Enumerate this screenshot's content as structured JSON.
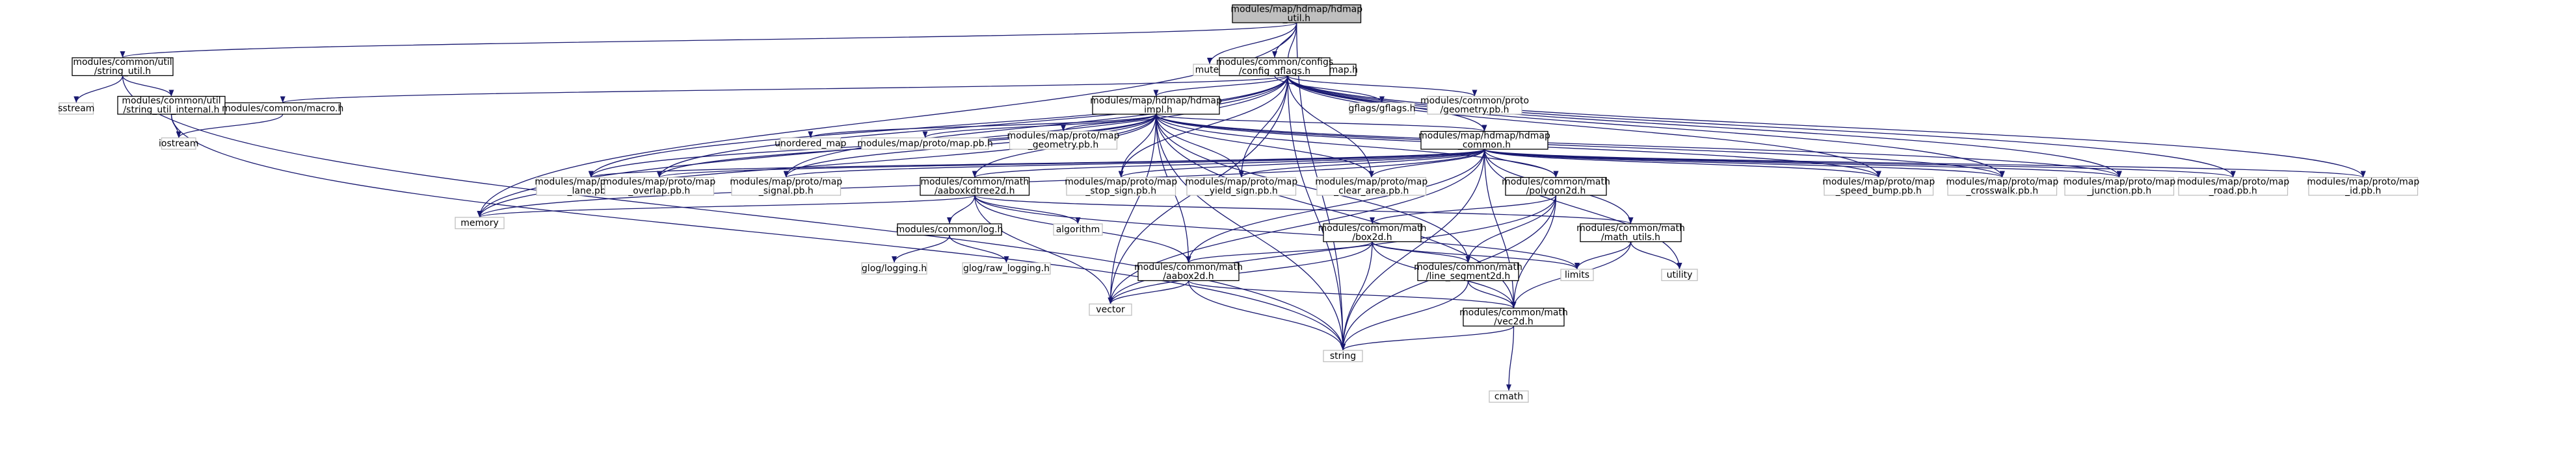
{
  "colors": {
    "edge": "#191970",
    "node_border": "#000000",
    "external_border": "#bfbfbf",
    "root_fill": "#bfbfbf",
    "background": "#ffffff"
  },
  "nodes": [
    {
      "id": "hdmap_util_h",
      "lines": [
        "modules/map/hdmap/hdmap",
        "_util.h"
      ],
      "style": "root"
    },
    {
      "id": "string_util_h",
      "lines": [
        "modules/common/util",
        "/string_util.h"
      ],
      "style": "solid"
    },
    {
      "id": "hdmap_h",
      "lines": [
        "modules/map/hdmap/hdmap.h"
      ],
      "style": "solid"
    },
    {
      "id": "mutex",
      "lines": [
        "mutex"
      ],
      "style": "gray"
    },
    {
      "id": "config_gflags_h",
      "lines": [
        "modules/common/configs",
        "/config_gflags.h"
      ],
      "style": "solid"
    },
    {
      "id": "sstream",
      "lines": [
        "sstream"
      ],
      "style": "gray"
    },
    {
      "id": "string_util_internal_h",
      "lines": [
        "modules/common/util",
        "/string_util_internal.h"
      ],
      "style": "solid"
    },
    {
      "id": "macro_h",
      "lines": [
        "modules/common/macro.h"
      ],
      "style": "solid"
    },
    {
      "id": "hdmap_impl_h",
      "lines": [
        "modules/map/hdmap/hdmap",
        "_impl.h"
      ],
      "style": "solid"
    },
    {
      "id": "geometry_pb_h",
      "lines": [
        "modules/common/proto",
        "/geometry.pb.h"
      ],
      "style": "gray"
    },
    {
      "id": "gflags_h",
      "lines": [
        "gflags/gflags.h"
      ],
      "style": "gray"
    },
    {
      "id": "iostream",
      "lines": [
        "iostream"
      ],
      "style": "gray"
    },
    {
      "id": "unordered_map",
      "lines": [
        "unordered_map"
      ],
      "style": "gray"
    },
    {
      "id": "map_pb_h",
      "lines": [
        "modules/map/proto/map.pb.h"
      ],
      "style": "gray"
    },
    {
      "id": "map_geometry_pb_h",
      "lines": [
        "modules/map/proto/map",
        "_geometry.pb.h"
      ],
      "style": "gray"
    },
    {
      "id": "hdmap_common_h",
      "lines": [
        "modules/map/hdmap/hdmap",
        "_common.h"
      ],
      "style": "solid"
    },
    {
      "id": "map_lane_pb_h",
      "lines": [
        "modules/map/proto/map",
        "_lane.pb.h"
      ],
      "style": "gray"
    },
    {
      "id": "map_overlap_pb_h",
      "lines": [
        "modules/map/proto/map",
        "_overlap.pb.h"
      ],
      "style": "gray"
    },
    {
      "id": "map_signal_pb_h",
      "lines": [
        "modules/map/proto/map",
        "_signal.pb.h"
      ],
      "style": "gray"
    },
    {
      "id": "aaboxkdtree2d_h",
      "lines": [
        "modules/common/math",
        "/aaboxkdtree2d.h"
      ],
      "style": "solid"
    },
    {
      "id": "map_stop_sign_pb_h",
      "lines": [
        "modules/map/proto/map",
        "_stop_sign.pb.h"
      ],
      "style": "gray"
    },
    {
      "id": "map_yield_sign_pb_h",
      "lines": [
        "modules/map/proto/map",
        "_yield_sign.pb.h"
      ],
      "style": "gray"
    },
    {
      "id": "map_clear_area_pb_h",
      "lines": [
        "modules/map/proto/map",
        "_clear_area.pb.h"
      ],
      "style": "gray"
    },
    {
      "id": "polygon2d_h",
      "lines": [
        "modules/common/math",
        "/polygon2d.h"
      ],
      "style": "solid"
    },
    {
      "id": "map_speed_bump_pb_h",
      "lines": [
        "modules/map/proto/map",
        "_speed_bump.pb.h"
      ],
      "style": "gray"
    },
    {
      "id": "map_crosswalk_pb_h",
      "lines": [
        "modules/map/proto/map",
        "_crosswalk.pb.h"
      ],
      "style": "gray"
    },
    {
      "id": "map_junction_pb_h",
      "lines": [
        "modules/map/proto/map",
        "_junction.pb.h"
      ],
      "style": "gray"
    },
    {
      "id": "map_road_pb_h",
      "lines": [
        "modules/map/proto/map",
        "_road.pb.h"
      ],
      "style": "gray"
    },
    {
      "id": "map_id_pb_h",
      "lines": [
        "modules/map/proto/map",
        "_id.pb.h"
      ],
      "style": "gray"
    },
    {
      "id": "memory",
      "lines": [
        "memory"
      ],
      "style": "gray"
    },
    {
      "id": "log_h",
      "lines": [
        "modules/common/log.h"
      ],
      "style": "solid"
    },
    {
      "id": "algorithm",
      "lines": [
        "algorithm"
      ],
      "style": "gray"
    },
    {
      "id": "box2d_h",
      "lines": [
        "modules/common/math",
        "/box2d.h"
      ],
      "style": "solid"
    },
    {
      "id": "math_utils_h",
      "lines": [
        "modules/common/math",
        "/math_utils.h"
      ],
      "style": "solid"
    },
    {
      "id": "glog_logging_h",
      "lines": [
        "glog/logging.h"
      ],
      "style": "gray"
    },
    {
      "id": "glog_raw_logging_h",
      "lines": [
        "glog/raw_logging.h"
      ],
      "style": "gray"
    },
    {
      "id": "aabox2d_h",
      "lines": [
        "modules/common/math",
        "/aabox2d.h"
      ],
      "style": "solid"
    },
    {
      "id": "line_segment2d_h",
      "lines": [
        "modules/common/math",
        "/line_segment2d.h"
      ],
      "style": "solid"
    },
    {
      "id": "limits",
      "lines": [
        "limits"
      ],
      "style": "gray"
    },
    {
      "id": "utility",
      "lines": [
        "utility"
      ],
      "style": "gray"
    },
    {
      "id": "vector",
      "lines": [
        "vector"
      ],
      "style": "gray"
    },
    {
      "id": "vec2d_h",
      "lines": [
        "modules/common/math",
        "/vec2d.h"
      ],
      "style": "solid"
    },
    {
      "id": "string",
      "lines": [
        "string"
      ],
      "style": "gray"
    },
    {
      "id": "cmath",
      "lines": [
        "cmath"
      ],
      "style": "gray"
    }
  ],
  "edges": [
    [
      "hdmap_util_h",
      "string_util_h"
    ],
    [
      "hdmap_util_h",
      "hdmap_h"
    ],
    [
      "hdmap_util_h",
      "mutex"
    ],
    [
      "hdmap_util_h",
      "config_gflags_h"
    ],
    [
      "hdmap_util_h",
      "memory"
    ],
    [
      "hdmap_util_h",
      "string"
    ],
    [
      "string_util_h",
      "sstream"
    ],
    [
      "string_util_h",
      "string_util_internal_h"
    ],
    [
      "string_util_h",
      "string"
    ],
    [
      "string_util_internal_h",
      "iostream"
    ],
    [
      "string_util_internal_h",
      "string"
    ],
    [
      "macro_h",
      "iostream"
    ],
    [
      "config_gflags_h",
      "gflags_h"
    ],
    [
      "hdmap_h",
      "macro_h"
    ],
    [
      "hdmap_h",
      "hdmap_impl_h"
    ],
    [
      "hdmap_h",
      "geometry_pb_h"
    ],
    [
      "hdmap_h",
      "hdmap_common_h"
    ],
    [
      "hdmap_h",
      "map_lane_pb_h"
    ],
    [
      "hdmap_h",
      "map_overlap_pb_h"
    ],
    [
      "hdmap_h",
      "map_signal_pb_h"
    ],
    [
      "hdmap_h",
      "map_stop_sign_pb_h"
    ],
    [
      "hdmap_h",
      "map_yield_sign_pb_h"
    ],
    [
      "hdmap_h",
      "map_clear_area_pb_h"
    ],
    [
      "hdmap_h",
      "map_speed_bump_pb_h"
    ],
    [
      "hdmap_h",
      "map_crosswalk_pb_h"
    ],
    [
      "hdmap_h",
      "map_junction_pb_h"
    ],
    [
      "hdmap_h",
      "map_road_pb_h"
    ],
    [
      "hdmap_h",
      "map_id_pb_h"
    ],
    [
      "hdmap_h",
      "memory"
    ],
    [
      "hdmap_h",
      "vector"
    ],
    [
      "hdmap_h",
      "string"
    ],
    [
      "hdmap_impl_h",
      "unordered_map"
    ],
    [
      "hdmap_impl_h",
      "map_pb_h"
    ],
    [
      "hdmap_impl_h",
      "map_geometry_pb_h"
    ],
    [
      "hdmap_impl_h",
      "hdmap_common_h"
    ],
    [
      "hdmap_impl_h",
      "aaboxkdtree2d_h"
    ],
    [
      "hdmap_impl_h",
      "map_lane_pb_h"
    ],
    [
      "hdmap_impl_h",
      "map_overlap_pb_h"
    ],
    [
      "hdmap_impl_h",
      "map_signal_pb_h"
    ],
    [
      "hdmap_impl_h",
      "map_stop_sign_pb_h"
    ],
    [
      "hdmap_impl_h",
      "map_yield_sign_pb_h"
    ],
    [
      "hdmap_impl_h",
      "map_clear_area_pb_h"
    ],
    [
      "hdmap_impl_h",
      "map_speed_bump_pb_h"
    ],
    [
      "hdmap_impl_h",
      "map_crosswalk_pb_h"
    ],
    [
      "hdmap_impl_h",
      "map_junction_pb_h"
    ],
    [
      "hdmap_impl_h",
      "polygon2d_h"
    ],
    [
      "hdmap_impl_h",
      "aabox2d_h"
    ],
    [
      "hdmap_impl_h",
      "line_segment2d_h"
    ],
    [
      "hdmap_impl_h",
      "vec2d_h"
    ],
    [
      "hdmap_impl_h",
      "memory"
    ],
    [
      "hdmap_impl_h",
      "vector"
    ],
    [
      "hdmap_impl_h",
      "string"
    ],
    [
      "hdmap_common_h",
      "map_lane_pb_h"
    ],
    [
      "hdmap_common_h",
      "map_overlap_pb_h"
    ],
    [
      "hdmap_common_h",
      "map_signal_pb_h"
    ],
    [
      "hdmap_common_h",
      "map_stop_sign_pb_h"
    ],
    [
      "hdmap_common_h",
      "map_yield_sign_pb_h"
    ],
    [
      "hdmap_common_h",
      "map_clear_area_pb_h"
    ],
    [
      "hdmap_common_h",
      "aaboxkdtree2d_h"
    ],
    [
      "hdmap_common_h",
      "polygon2d_h"
    ],
    [
      "hdmap_common_h",
      "map_speed_bump_pb_h"
    ],
    [
      "hdmap_common_h",
      "map_crosswalk_pb_h"
    ],
    [
      "hdmap_common_h",
      "map_junction_pb_h"
    ],
    [
      "hdmap_common_h",
      "map_road_pb_h"
    ],
    [
      "hdmap_common_h",
      "map_id_pb_h"
    ],
    [
      "hdmap_common_h",
      "math_utils_h"
    ],
    [
      "hdmap_common_h",
      "aabox2d_h"
    ],
    [
      "hdmap_common_h",
      "vec2d_h"
    ],
    [
      "hdmap_common_h",
      "utility"
    ],
    [
      "hdmap_common_h",
      "memory"
    ],
    [
      "hdmap_common_h",
      "vector"
    ],
    [
      "hdmap_common_h",
      "string"
    ],
    [
      "aaboxkdtree2d_h",
      "memory"
    ],
    [
      "aaboxkdtree2d_h",
      "log_h"
    ],
    [
      "aaboxkdtree2d_h",
      "algorithm"
    ],
    [
      "aaboxkdtree2d_h",
      "aabox2d_h"
    ],
    [
      "aaboxkdtree2d_h",
      "math_utils_h"
    ],
    [
      "aaboxkdtree2d_h",
      "limits"
    ],
    [
      "aaboxkdtree2d_h",
      "vector"
    ],
    [
      "log_h",
      "glog_logging_h"
    ],
    [
      "log_h",
      "glog_raw_logging_h"
    ],
    [
      "polygon2d_h",
      "box2d_h"
    ],
    [
      "polygon2d_h",
      "line_segment2d_h"
    ],
    [
      "polygon2d_h",
      "vec2d_h"
    ],
    [
      "polygon2d_h",
      "vector"
    ],
    [
      "polygon2d_h",
      "string"
    ],
    [
      "box2d_h",
      "aabox2d_h"
    ],
    [
      "box2d_h",
      "line_segment2d_h"
    ],
    [
      "box2d_h",
      "vec2d_h"
    ],
    [
      "box2d_h",
      "limits"
    ],
    [
      "box2d_h",
      "vector"
    ],
    [
      "box2d_h",
      "string"
    ],
    [
      "math_utils_h",
      "limits"
    ],
    [
      "math_utils_h",
      "utility"
    ],
    [
      "math_utils_h",
      "vec2d_h"
    ],
    [
      "aabox2d_h",
      "vec2d_h"
    ],
    [
      "aabox2d_h",
      "vector"
    ],
    [
      "aabox2d_h",
      "string"
    ],
    [
      "line_segment2d_h",
      "vec2d_h"
    ],
    [
      "line_segment2d_h",
      "string"
    ],
    [
      "vec2d_h",
      "cmath"
    ],
    [
      "vec2d_h",
      "string"
    ]
  ]
}
